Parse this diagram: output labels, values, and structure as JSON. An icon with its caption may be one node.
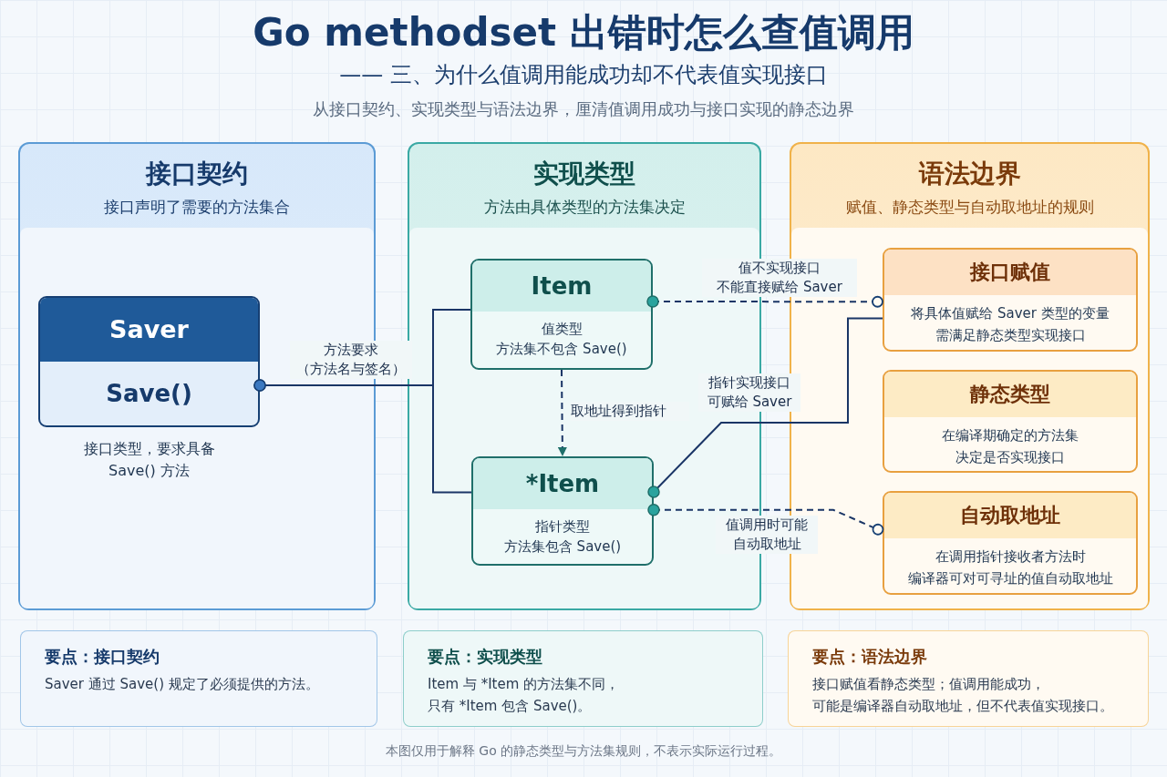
{
  "diagram": {
    "title": "Go methodset 出错时怎么查值调用",
    "nodes": [
      {
        "text": [
          "接口契约",
          "接口声明了需要的方法集合"
        ]
      },
      {
        "text": [
          "Saver",
          "Save()"
        ],
        "in": 0,
        "beside": [
          "接口类型，要求具备Save() 方法"
        ]
      },
      {
        "text": [
          "实现类型",
          "方法由具体类型的方法集决定"
        ]
      },
      {
        "text": [
          "Item",
          "值类型方法集不包含 Save()"
        ],
        "in": 2
      },
      {
        "text": [
          "*Item",
          "指针类型方法集包含 Save()"
        ],
        "in": 2
      },
      {
        "text": [
          "语法边界",
          "赋值、静态类型与自动取地址的规则"
        ]
      },
      {
        "text": [
          "接口赋值",
          "将具体值赋给 Saver 类型的变量需满足静态类型实现接口"
        ],
        "in": 5
      },
      {
        "text": [
          "静态类型",
          "在编译期确定的方法集决定是否实现接口"
        ],
        "in": 5
      },
      {
        "text": [
          "自动取地址",
          "在调用指针接收者方法时编译器可对可寻址的值自动取地址"
        ],
        "in": 5
      },
      {
        "text": [
          "要点：接口契约",
          "Saver 通过 Save() 规定了必须提供的方法。"
        ]
      },
      {
        "text": [
          "要点：实现类型",
          "Item 与 *Item 的方法集不同，只有 *Item 包含 Save()。"
        ]
      },
      {
        "text": [
          "要点：语法边界",
          "接口赋值看静态类型；值调用能成功，可能是编译器自动取地址，但不代表值实现接口。"
        ]
      }
    ],
    "edges": [
      {
        "from": 1,
        "to": 3,
        "arrow": "other",
        "label": "方法要求（方法名与签名）"
      },
      {
        "from": 1,
        "to": 4,
        "arrow": "other"
      },
      {
        "from": 3,
        "to": 4,
        "arrow": "to",
        "style": "dashed",
        "label": "取地址得到指针"
      },
      {
        "from": 3,
        "to": 6,
        "arrow": "other",
        "style": "dashed",
        "label": "值不实现接口不能直接赋给 Saver"
      },
      {
        "from": 4,
        "to": 6,
        "arrow": "other",
        "label": "指针实现接口可赋给 Saver"
      },
      {
        "from": 4,
        "to": 8,
        "arrow": "other",
        "style": "dashed",
        "label": "值调用时可能自动取地址"
      }
    ],
    "labels": [
      "—— 三、为什么值调用能成功却不代表值实现接口",
      "从接口契约、实现类型与语法边界，厘清值调用成功与接口实现的静态边界",
      "本图仅用于解释 Go 的静态类型与方法集规则，不表示实际运行过程。"
    ]
  }
}
